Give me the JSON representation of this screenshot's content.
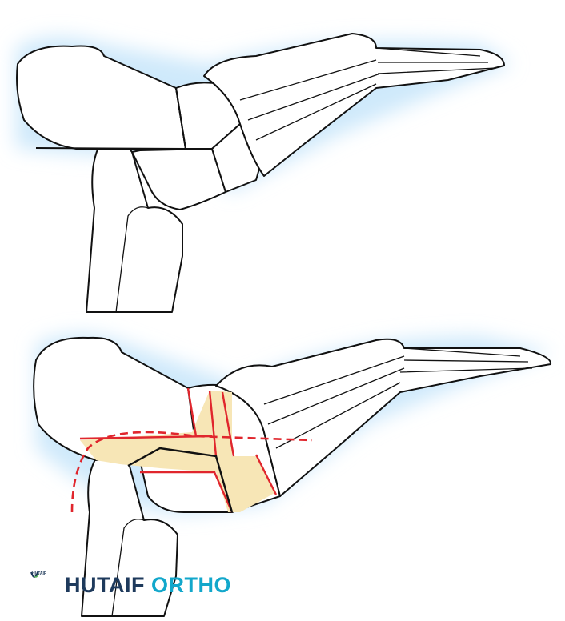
{
  "logo": {
    "icon": "hutaif-ortho-logo-mark",
    "small_text": "HUTAIF"
  },
  "brand": {
    "part1": "HUTAIF",
    "part2": "ORTHO",
    "colors": {
      "part1": "#1e3a5c",
      "part2": "#12a7cb"
    }
  },
  "annotation_colors": {
    "lines": "#e0262d",
    "highlight": "#f7e6b6",
    "glow": "#cfe9fb"
  }
}
